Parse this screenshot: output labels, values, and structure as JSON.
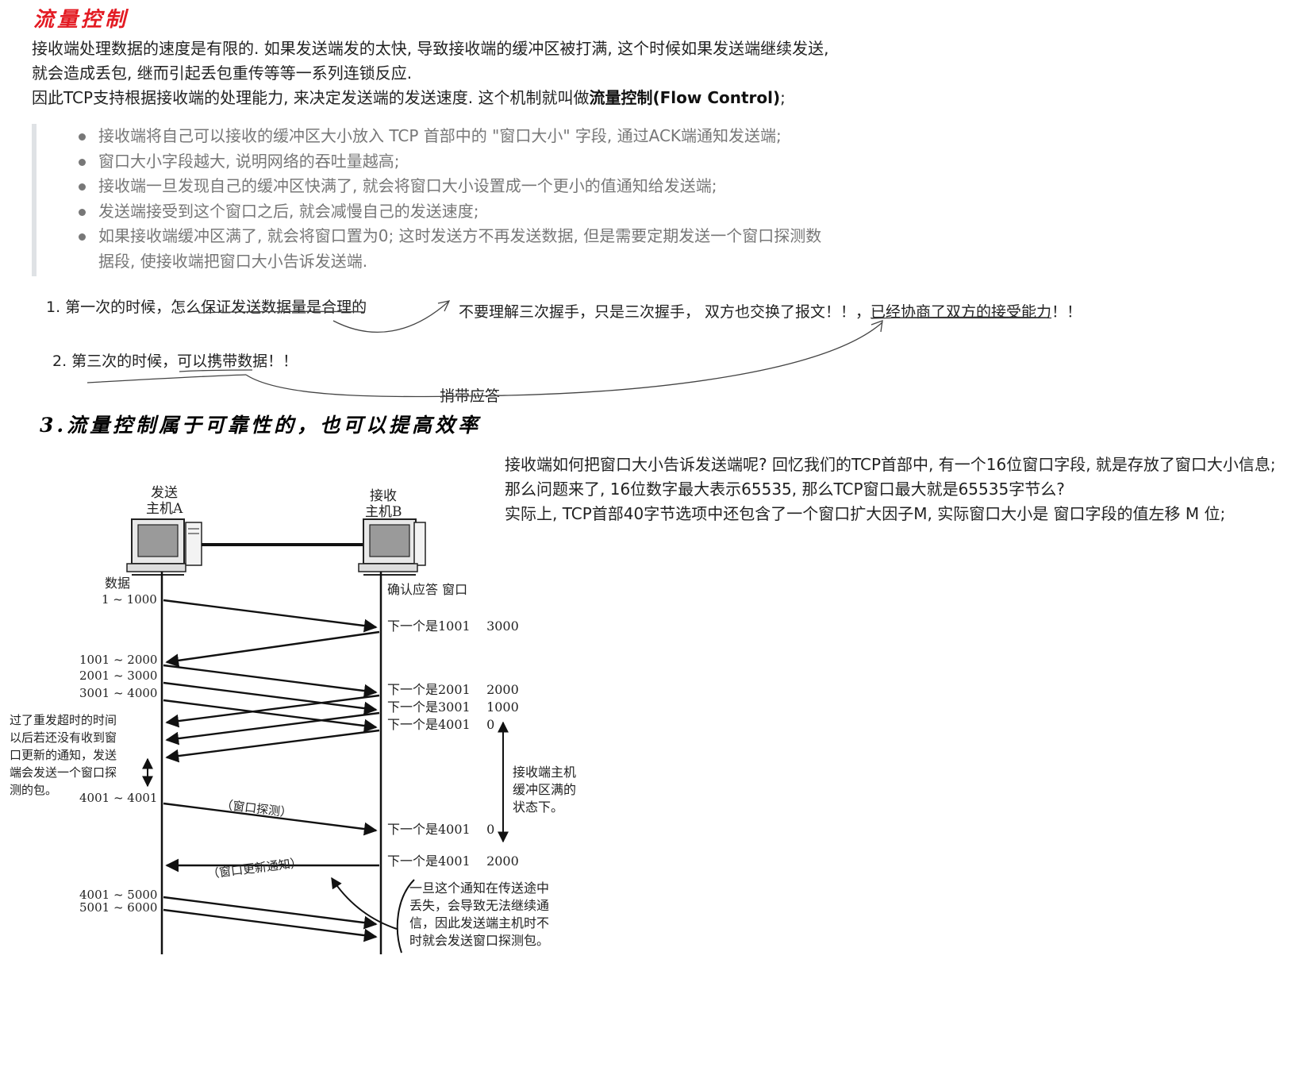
{
  "title": "流量控制",
  "intro": {
    "line1": "接收端处理数据的速度是有限的. 如果发送端发的太快, 导致接收端的缓冲区被打满, 这个时候如果发送端继续发送,",
    "line2": "就会造成丢包, 继而引起丢包重传等等一系列连锁反应.",
    "line3_prefix": "因此TCP支持根据接收端的处理能力, 来决定发送端的发送速度. 这个机制就叫做",
    "line3_bold": "流量控制(Flow Control)",
    "line3_suffix": ";"
  },
  "bullets": [
    "接收端将自己可以接收的缓冲区大小放入 TCP 首部中的 \"窗口大小\" 字段, 通过ACK端通知发送端;",
    "窗口大小字段越大, 说明网络的吞吐量越高;",
    "接收端一旦发现自己的缓冲区快满了, 就会将窗口大小设置成一个更小的值通知给发送端;",
    "发送端接受到这个窗口之后, 就会减慢自己的发送速度;",
    "如果接收端缓冲区满了, 就会将窗口置为0; 这时发送方不再发送数据, 但是需要定期发送一个窗口探测数",
    "据段, 使接收端把窗口大小告诉发送端."
  ],
  "notes": {
    "note1": "1. 第一次的时候，怎么保证发送数据量是合理的",
    "note_right_a": "不要理解三次握手，只是三次握手，  双方也交换了报文！！，",
    "note_right_b": "已经协商了双方的接受能力",
    "note_right_c": "！！",
    "note2": "2. 第三次的时候，可以携带数据！！",
    "note_curve": "捎带应答"
  },
  "heading3": "3.流量控制属于可靠性的，也可以提高效率",
  "right_text": [
    "接收端如何把窗口大小告诉发送端呢? 回忆我们的TCP首部中, 有一个16位窗口字段, 就是存放了窗口大小信息;",
    "那么问题来了, 16位数字最大表示65535, 那么TCP窗口最大就是65535字节么?",
    "实际上, TCP首部40字节选项中还包含了一个窗口扩大因子M, 实际窗口大小是 窗口字段的值左移 M 位;"
  ],
  "diagram": {
    "host_a": [
      "发送",
      "主机A"
    ],
    "host_b": [
      "接收",
      "主机B"
    ],
    "data_label": "数据",
    "ack_header": "确认应答 窗口",
    "left_labels": [
      "1 ~ 1000",
      "1001 ~ 2000",
      "2001 ~ 3000",
      "3001 ~ 4000",
      "4001 ~ 4001",
      "4001 ~ 5000",
      "5001 ~ 6000"
    ],
    "right_labels": [
      "下一个是1001    3000",
      "下一个是2001    2000",
      "下一个是3001    1000",
      "下一个是4001    0",
      "下一个是4001    0",
      "下一个是4001    2000"
    ],
    "timeout_note": [
      "过了重发超时的时间",
      "以后若还没有收到窗",
      "口更新的通知，发送",
      "端会发送一个窗口探",
      "测的包。"
    ],
    "probe_label": "（窗口探测）",
    "update_label": "（窗口更新通知）",
    "full_note": [
      "接收端主机",
      "缓冲区满的",
      "状态下。"
    ],
    "lost_note": [
      "一旦这个通知在传送途中",
      "丢失，会导致无法继续通",
      "信，因此发送端主机时不",
      "时就会发送窗口探测包。"
    ]
  }
}
